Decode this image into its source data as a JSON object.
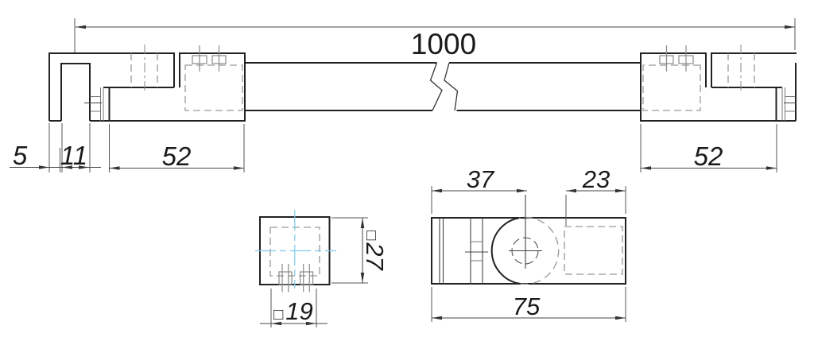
{
  "dimensions": {
    "overall_length": "1000",
    "end_offset": "5",
    "fork_slot_width": "11",
    "left_clamp_length": "52",
    "right_clamp_length": "52",
    "hole_center_offset": "37",
    "socket_depth": "23",
    "clamp_body_length": "75",
    "tube_outer_square": "27",
    "tube_inner_square": "19"
  },
  "symbols": {
    "square": "□"
  },
  "colors": {
    "outline": "#222222",
    "thin_line": "#555555",
    "hidden_line": "#999999",
    "centerline_accent": "#7ecbeb",
    "text": "#1a1a1a"
  }
}
